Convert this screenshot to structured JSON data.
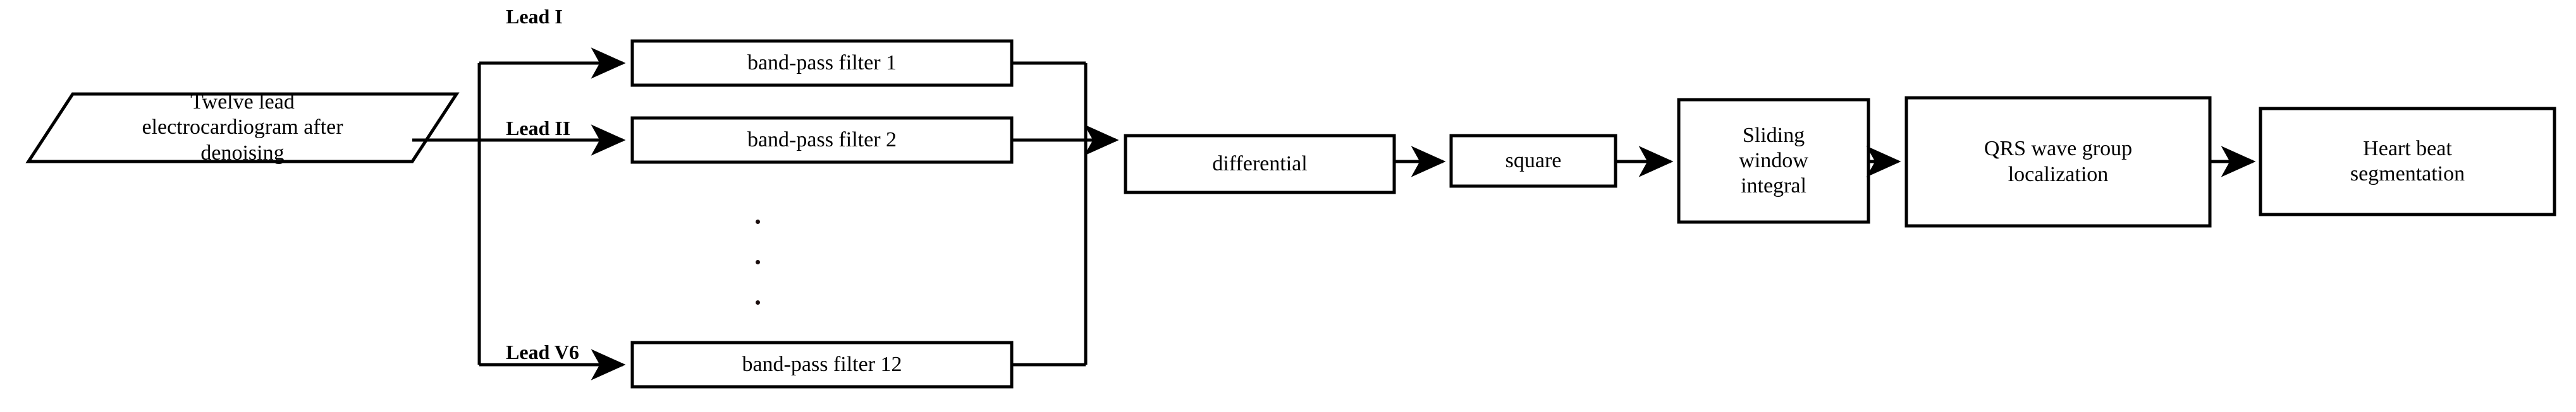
{
  "diagram": {
    "type": "flowchart",
    "title": "Twelve lead ECG QRS detection and heart beat segmentation pipeline",
    "orientation": "left-to-right",
    "stroke_color": "#000000",
    "fill_color": "#ffffff",
    "text_color": "#000000",
    "background": "#ffffff",
    "input_node": {
      "shape": "parallelogram",
      "label": "Twelve lead\nelectrocardiogram after\ndenoising"
    },
    "lead_labels": [
      {
        "label": "Lead I"
      },
      {
        "label": "Lead II"
      },
      {
        "label": "Lead V6"
      }
    ],
    "filters": [
      {
        "label": "band-pass filter 1"
      },
      {
        "label": "band-pass filter 2"
      },
      {
        "label": "band-pass filter 12"
      }
    ],
    "ellipsis": "⋮",
    "stages": [
      {
        "label": "differential"
      },
      {
        "label": "square"
      },
      {
        "label": "Sliding\nwindow\nintegral"
      },
      {
        "label": "QRS wave group\nlocalization"
      },
      {
        "label": "Heart beat\nsegmentation"
      }
    ]
  }
}
